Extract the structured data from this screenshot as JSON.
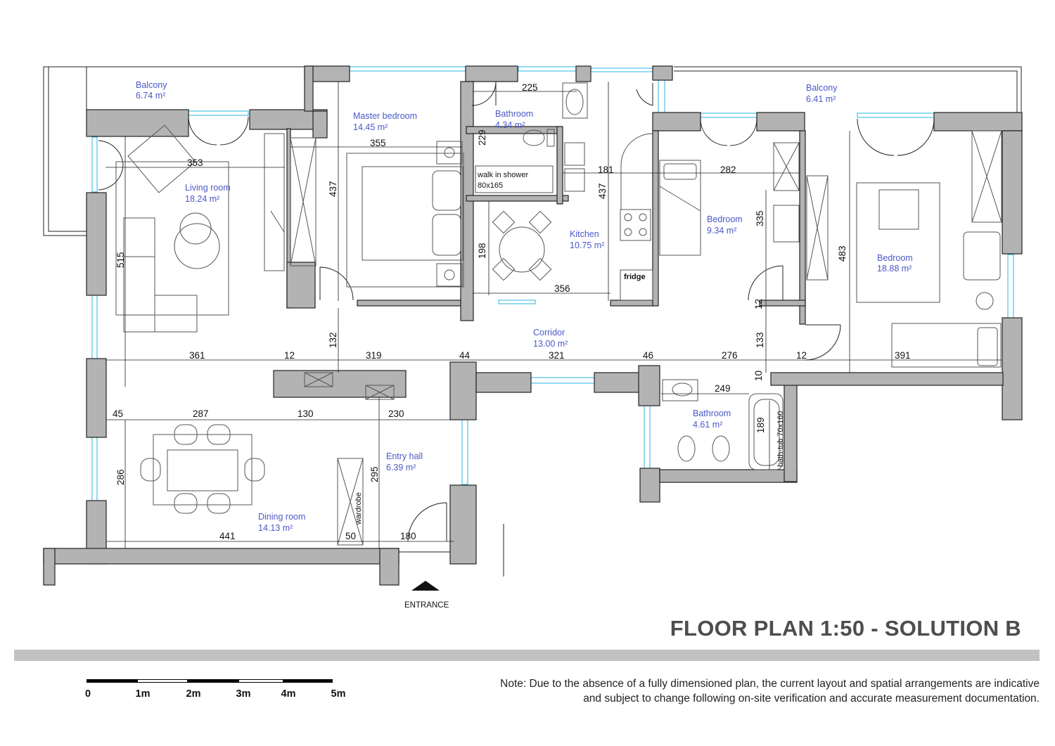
{
  "title": "FLOOR PLAN 1:50 -  SOLUTION B",
  "note_line1": "Note: Due to the absence of a fully dimensioned plan, the current layout and spatial arrangements are indicative",
  "note_line2": "and subject to change following on-site verification and accurate measurement documentation.",
  "entrance_label": "ENTRANCE",
  "colors": {
    "wall": "#b3b3b3",
    "window": "#29b6e0",
    "room_label": "#4a58c8",
    "title": "#4d4d4d"
  },
  "scale": {
    "labels": [
      "0",
      "1m",
      "2m",
      "3m",
      "4m",
      "5m"
    ]
  },
  "rooms": [
    {
      "name": "Balcony",
      "area": "6.74 m²"
    },
    {
      "name": "Living room",
      "area": "18.24 m²"
    },
    {
      "name": "Master bedroom",
      "area": "14.45 m²"
    },
    {
      "name": "Bathroom",
      "area": "4.34 m²"
    },
    {
      "name": "Kitchen",
      "area": "10.75 m²"
    },
    {
      "name": "Balcony",
      "area": "6.41 m²"
    },
    {
      "name": "Bedroom",
      "area": "9.34 m²"
    },
    {
      "name": "Bedroom",
      "area": "18.88 m²"
    },
    {
      "name": "Corridor",
      "area": "13.00 m²"
    },
    {
      "name": "Bathroom",
      "area": "4.61 m²"
    },
    {
      "name": "Entry hall",
      "area": "6.39 m²"
    },
    {
      "name": "Dining room",
      "area": "14.13 m²"
    }
  ],
  "fixtures": {
    "walk_in_shower_1": "walk in shower",
    "walk_in_shower_2": "80x165",
    "fridge": "fridge",
    "wardrobe": "wardrobe",
    "bath_tub": "bath-tub 70x160"
  },
  "dimensions": [
    "225",
    "229",
    "355",
    "353",
    "437",
    "181",
    "437",
    "282",
    "335",
    "198",
    "356",
    "515",
    "483",
    "12",
    "132",
    "133",
    "361",
    "12",
    "319",
    "44",
    "321",
    "46",
    "276",
    "12",
    "391",
    "10",
    "249",
    "189",
    "45",
    "287",
    "130",
    "230",
    "286",
    "295",
    "441",
    "50",
    "180"
  ]
}
